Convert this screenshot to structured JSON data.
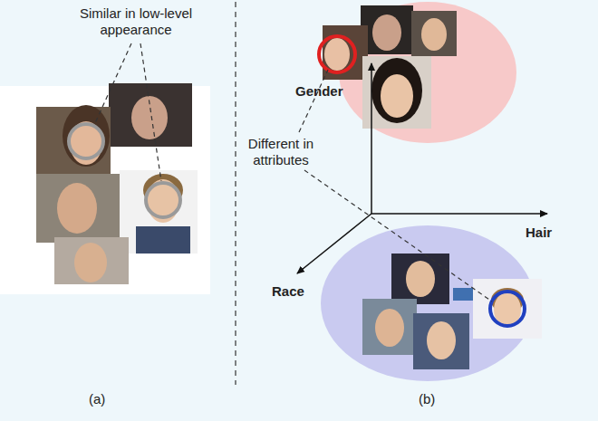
{
  "diagram": {
    "labels": [
      "Similar in low-level appearance",
      "Gender",
      "Different in attributes",
      "Hair",
      "Race",
      "(a)",
      "(b)"
    ]
  }
}
